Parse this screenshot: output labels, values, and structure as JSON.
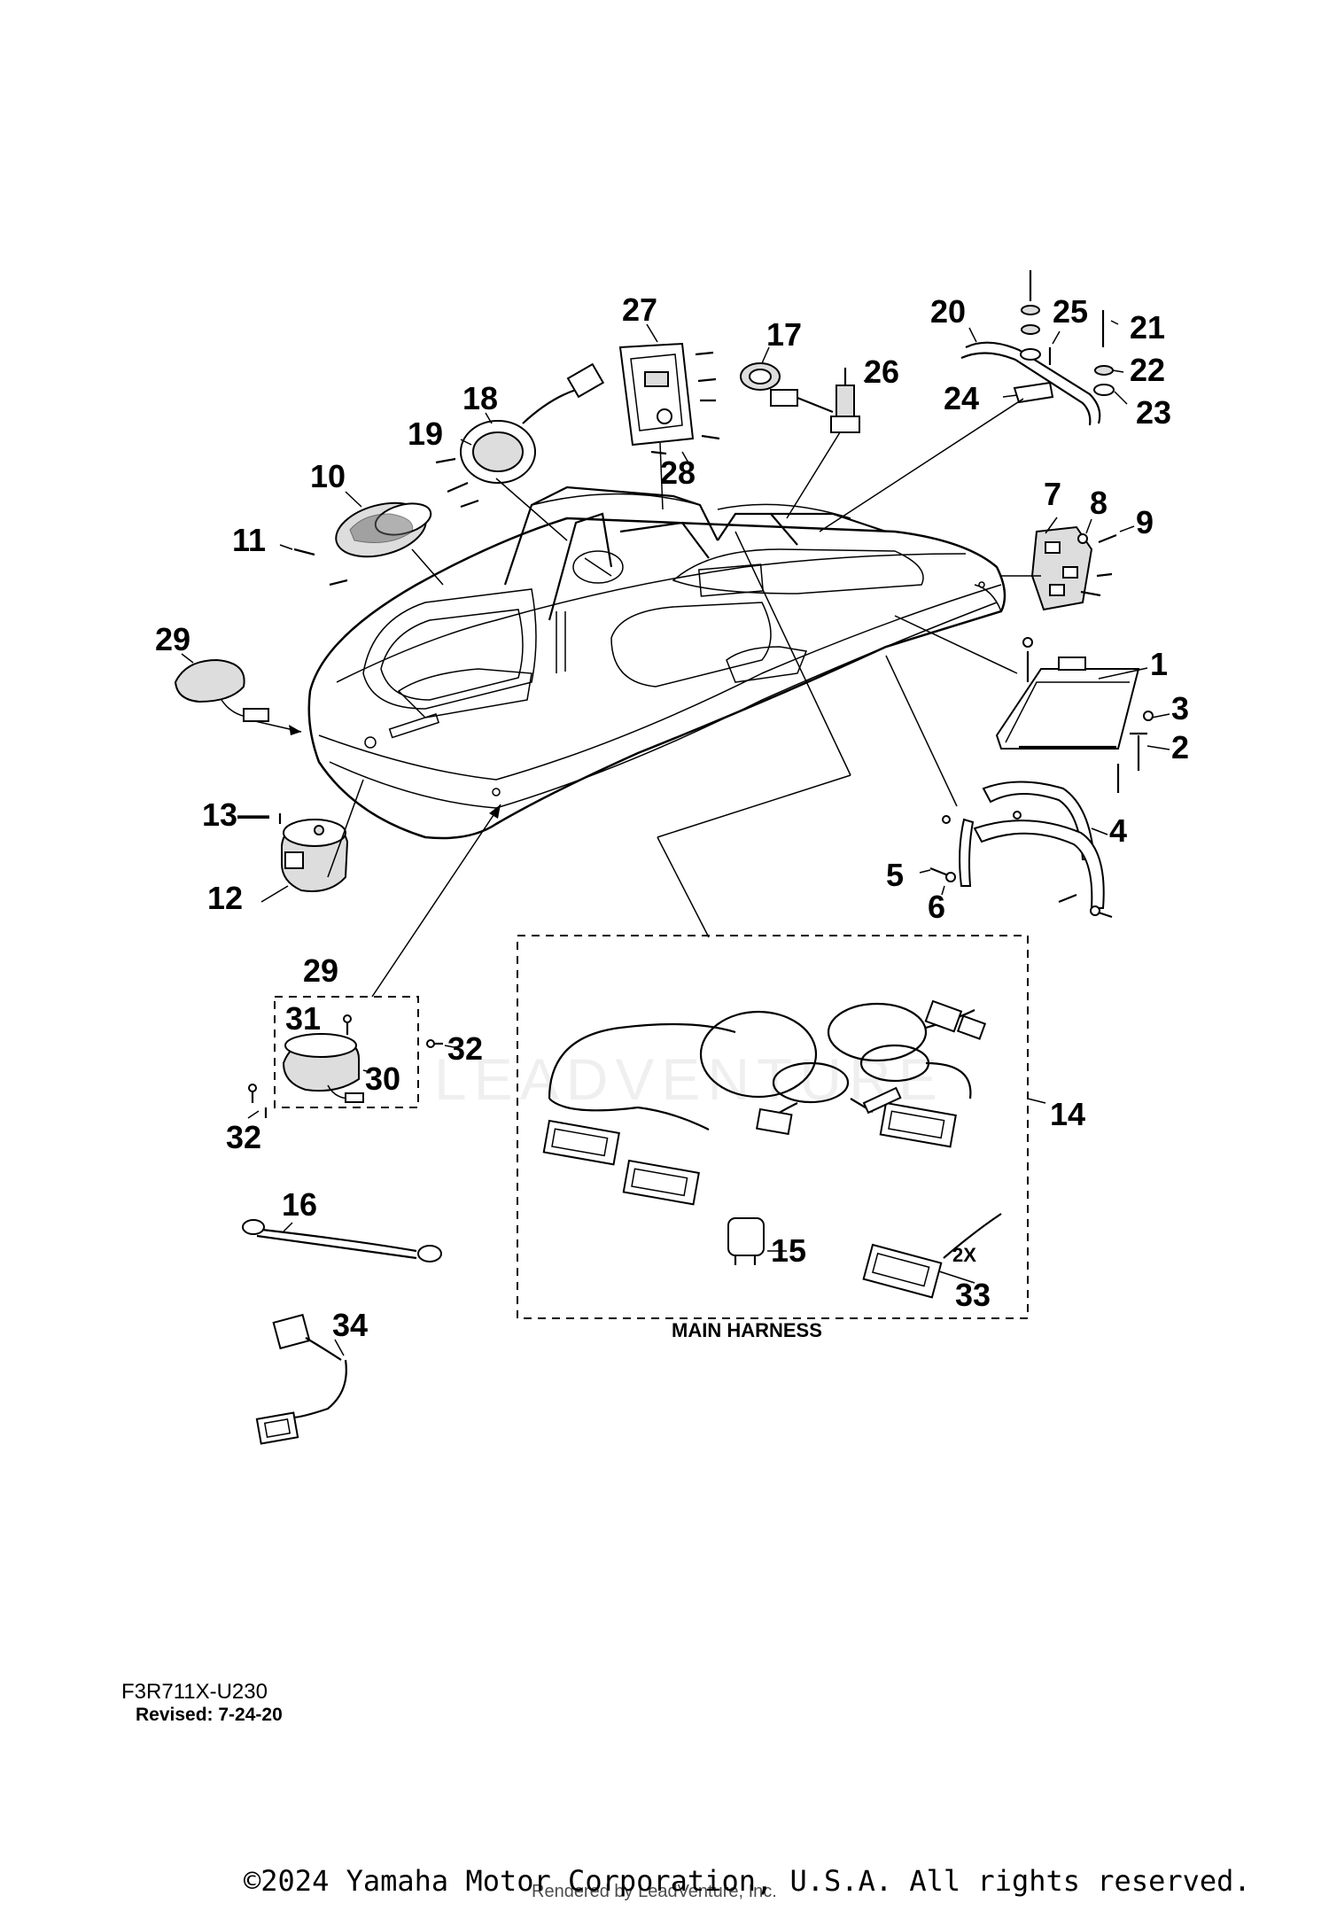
{
  "callouts": {
    "p1": "1",
    "p2": "2",
    "p3": "3",
    "p4": "4",
    "p5": "5",
    "p6": "6",
    "p7": "7",
    "p8": "8",
    "p9": "9",
    "p10": "10",
    "p11": "11",
    "p12": "12",
    "p13": "13—",
    "p14": "14",
    "p15": "15",
    "p16": "16",
    "p17": "17",
    "p18": "18",
    "p19": "19",
    "p20": "20",
    "p21": "21",
    "p22": "22",
    "p23": "23",
    "p24": "24",
    "p25": "25",
    "p26": "26",
    "p27": "27",
    "p28": "28",
    "p29a": "29",
    "p29b": "29",
    "p30": "30",
    "p31": "31",
    "p32a": "32",
    "p32b": "32",
    "p33": "33",
    "p34": "34"
  },
  "harness": {
    "label": "MAIN HARNESS",
    "multiplier": "2X"
  },
  "footer": {
    "drawing_code": "F3R711X-U230",
    "revised": "Revised: 7-24-20",
    "copyright": "©2024 Yamaha Motor Corporation, U.S.A. All rights reserved.",
    "rendered": "Rendered by LeadVenture, Inc."
  },
  "watermark": "LEADVENTURE"
}
